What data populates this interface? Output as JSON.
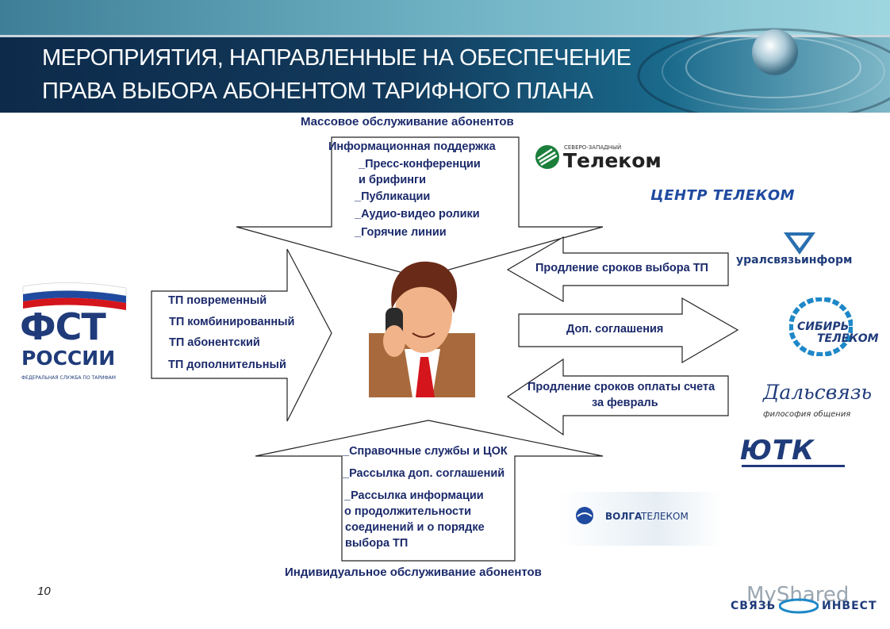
{
  "title": {
    "line1": "МЕРОПРИЯТИЯ, НАПРАВЛЕННЫЕ НА ОБЕСПЕЧЕНИЕ",
    "line2": "ПРАВА ВЫБОРА АБОНЕНТОМ ТАРИФНОГО ПЛАНА"
  },
  "top_label": "Массовое обслуживание абонентов",
  "bottom_label": "Индивидуальное обслуживание абонентов",
  "top_box": {
    "heading": "Информационная поддержка",
    "items": [
      "_Пресс-конференции",
      "и брифинги",
      "_Публикации",
      "_Аудио-видео ролики",
      "_Горячие линии"
    ]
  },
  "left_box": {
    "items": [
      "ТП повременный",
      "ТП комбинированный",
      "ТП абонентский",
      "ТП дополнительный"
    ]
  },
  "right_arrows": {
    "top": "Продление сроков выбора ТП",
    "middle": "Доп. соглашения",
    "bottom_line1": "Продление сроков оплаты счета",
    "bottom_line2": "за февраль"
  },
  "bottom_box": {
    "items": [
      "_Справочные службы и ЦОК",
      "_Рассылка доп. соглашений",
      "_Рассылка информации",
      " о продолжительности",
      "соединений и о порядке",
      "выбора ТП"
    ]
  },
  "logos": {
    "fst_main": "ФСТ",
    "fst_sub": "РОССИИ",
    "fst_caption": "ФЕДЕРАЛЬНАЯ СЛУЖБА ПО ТАРИФАМ",
    "nw_small": "СЕВЕРО-ЗАПАДНЫЙ",
    "nw_main": "Телеком",
    "center": "ЦЕНТР ТЕЛЕКОМ",
    "ural": "уралсвязьинформ",
    "sib_1": "СИБИРЬ",
    "sib_2": "ТЕЛЕКОМ",
    "dal_main": "Дальсвязь",
    "dal_sub": "философия общения",
    "utk": "ЮТК",
    "volga_1": "ВОЛГА",
    "volga_2": "ТЕЛЕКОМ",
    "svyaz_1": "СВЯЗЬ",
    "svyaz_2": "ИНВЕСТ",
    "watermark": "MyShared"
  },
  "page_number": "10",
  "colors": {
    "text_blue": "#1b2a6b",
    "header_dark": "#0d2a4a",
    "arrow_stroke": "#222222"
  }
}
